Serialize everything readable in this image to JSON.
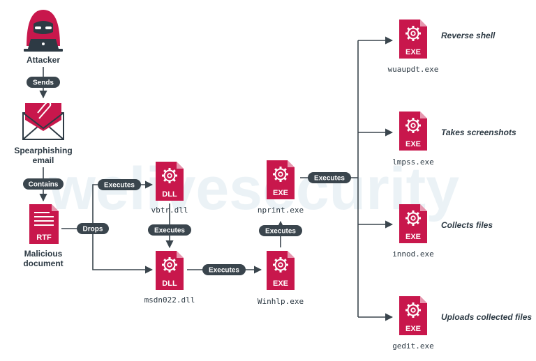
{
  "watermark": "welivesecurity",
  "colors": {
    "accent": "#c8174c",
    "dark": "#3a454d",
    "text": "#2d3a44"
  },
  "nodes": {
    "attacker": {
      "label": "Attacker",
      "icon": "hacker-icon"
    },
    "email": {
      "label_line1": "Spearphishing",
      "label_line2": "email",
      "icon": "email-icon"
    },
    "document": {
      "label_line1": "Malicious",
      "label_line2": "document",
      "badge": "RTF",
      "icon": "rtf-document-icon"
    },
    "vbtr": {
      "label": "vbtr.dll",
      "badge": "DLL"
    },
    "msdn": {
      "label": "msdn022.dll",
      "badge": "DLL"
    },
    "winhlp": {
      "label": "Winhlp.exe",
      "badge": "EXE"
    },
    "nprint": {
      "label": "nprint.exe",
      "badge": "EXE"
    },
    "wuaupdt": {
      "label": "wuaupdt.exe",
      "badge": "EXE",
      "desc": "Reverse shell"
    },
    "lmpss": {
      "label": "lmpss.exe",
      "badge": "EXE",
      "desc": "Takes screenshots"
    },
    "innod": {
      "label": "innod.exe",
      "badge": "EXE",
      "desc": "Collects files"
    },
    "gedit": {
      "label": "gedit.exe",
      "badge": "EXE",
      "desc": "Uploads collected files"
    }
  },
  "edges": {
    "sends": "Sends",
    "contains": "Contains",
    "drops": "Drops",
    "executes_vbtr": "Executes",
    "executes_msdn": "Executes",
    "executes_winhlp": "Executes",
    "executes_nprint": "Executes",
    "executes_children": "Executes"
  }
}
